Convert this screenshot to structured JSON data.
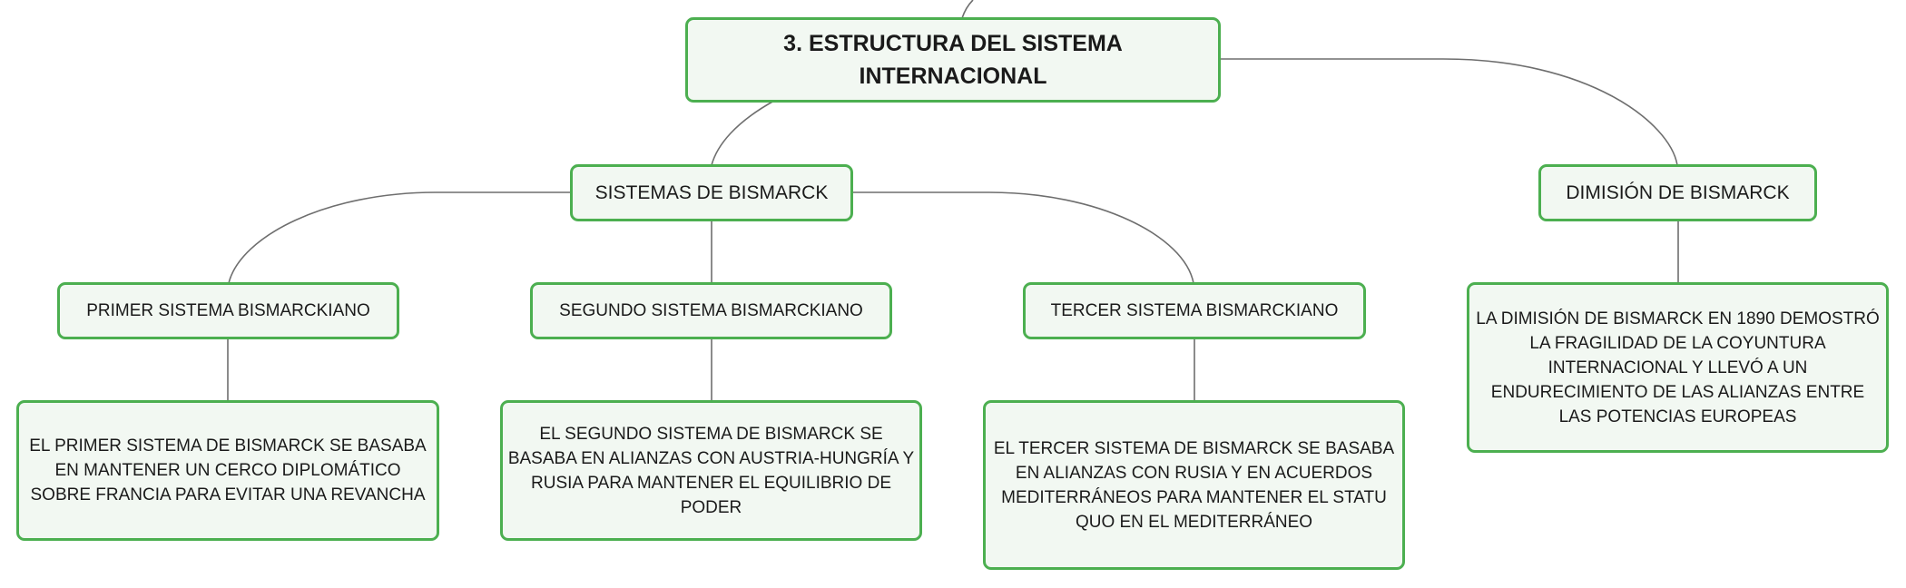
{
  "diagram": {
    "root": {
      "title": "3. ESTRUCTURA DEL SISTEMA INTERNACIONAL"
    },
    "branches": [
      {
        "label": "SISTEMAS DE BISMARCK",
        "children": [
          {
            "label": "PRIMER SISTEMA BISMARCKIANO",
            "description": "EL PRIMER SISTEMA DE BISMARCK SE BASABA EN MANTENER UN CERCO DIPLOMÁTICO SOBRE FRANCIA PARA EVITAR UNA REVANCHA"
          },
          {
            "label": "SEGUNDO SISTEMA BISMARCKIANO",
            "description": "EL SEGUNDO SISTEMA DE BISMARCK SE BASABA EN ALIANZAS CON AUSTRIA-HUNGRÍA Y RUSIA PARA MANTENER EL EQUILIBRIO DE PODER"
          },
          {
            "label": "TERCER SISTEMA BISMARCKIANO",
            "description": "EL TERCER SISTEMA DE BISMARCK SE BASABA EN ALIANZAS CON RUSIA Y EN ACUERDOS MEDITERRÁNEOS PARA MANTENER EL STATU QUO EN EL MEDITERRÁNEO"
          }
        ]
      },
      {
        "label": "DIMISIÓN DE BISMARCK",
        "description": "LA DIMISIÓN DE BISMARCK EN 1890 DEMOSTRÓ LA FRAGILIDAD DE LA COYUNTURA INTERNACIONAL Y LLEVÓ A UN ENDURECIMIENTO DE LAS ALIANZAS ENTRE LAS POTENCIAS EUROPEAS"
      }
    ],
    "colors": {
      "node_border": "#4caf50",
      "node_fill": "#f2f8f2",
      "connector": "#6e6e6e",
      "text": "#1a1a1a"
    }
  }
}
